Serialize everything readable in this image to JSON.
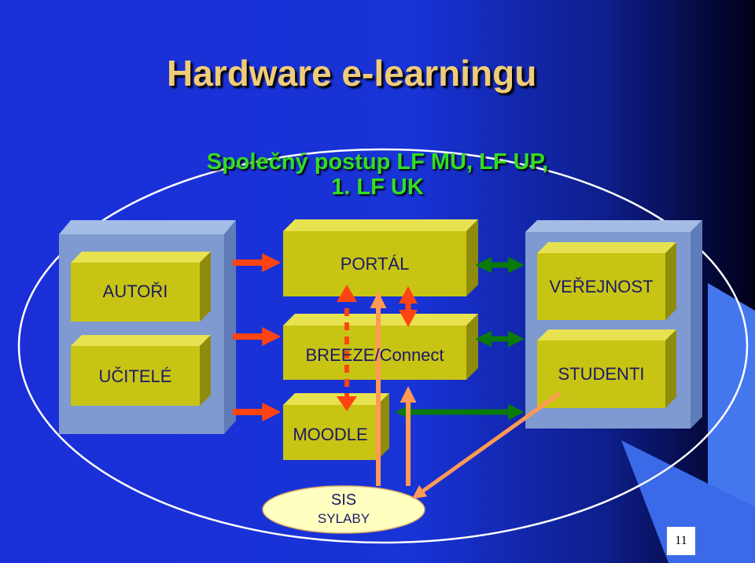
{
  "slide": {
    "title": "Hardware e-learningu",
    "subtitle_line1": "Společný postup LF MU, LF UP,",
    "subtitle_line2": "1. LF UK",
    "page_number": "11"
  },
  "diagram": {
    "boxes": {
      "autori": "AUTOŘI",
      "ucitele": "UČITELÉ",
      "portal": "PORTÁL",
      "breeze": "BREEZE/Connect",
      "moodle": "MOODLE",
      "verejnost": "VEŘEJNOST",
      "studenti": "STUDENTI"
    },
    "oval": {
      "line1": "SIS",
      "line2": "SYLABY"
    }
  },
  "colors": {
    "background": "#1a2fd8",
    "title": "#f0cc78",
    "subtitle": "#33dd22",
    "box_face": "#c8c414",
    "box_dark": "#8e8c0a",
    "panel": "#7e9ad0",
    "arrow_red": "#ff4411",
    "arrow_green": "#0a7a0a",
    "arrow_orange": "#ff9955"
  }
}
